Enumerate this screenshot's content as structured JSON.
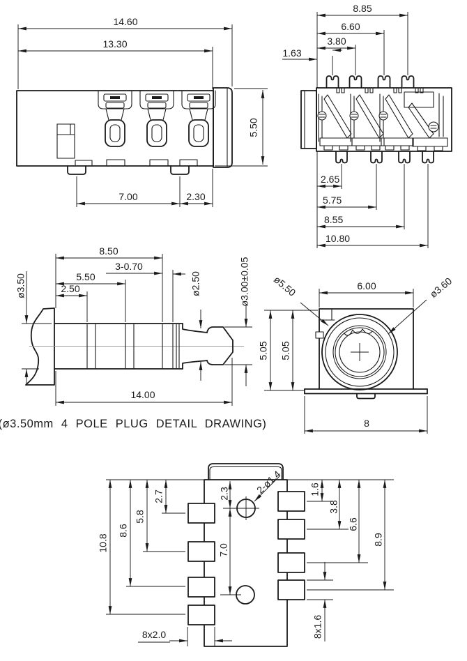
{
  "side_view": {
    "d_1460": "14.60",
    "d_1330": "13.30",
    "d_550": "5.50",
    "d_700": "7.00",
    "d_230": "2.30"
  },
  "top_view": {
    "d_885": "8.85",
    "d_660": "6.60",
    "d_380": "3.80",
    "d_163": "1.63",
    "d_265": "2.65",
    "d_575": "5.75",
    "d_855": "8.55",
    "d_1080": "10.80"
  },
  "plug_view": {
    "d_850": "8.50",
    "d_3070": "3-0.70",
    "d_550": "5.50",
    "d_250": "2.50",
    "d_dia350": "ø3.50",
    "d_dia250": "ø2.50",
    "d_dia300": "ø3.00±0.05",
    "d_1400": "14.00",
    "caption": "(ø3.50mm 4 POLE PLUG DETAIL DRAWING)"
  },
  "front_view": {
    "d_dia550": "ø5.50",
    "d_600": "6.00",
    "d_dia360": "ø3.60",
    "d_505a": "5.05",
    "d_505b": "5.05",
    "d_8": "8"
  },
  "pcb_view": {
    "d_27": "2.7",
    "d_58": "5.8",
    "d_86": "8.6",
    "d_108": "10.8",
    "d_23": "2.3",
    "d_70": "7.0",
    "d_2dia14": "2-ø1.4",
    "d_16": "1.6",
    "d_38": "3.8",
    "d_66": "6.6",
    "d_89": "8.9",
    "d_8x20": "8x2.0",
    "d_8x16": "8x1.6"
  }
}
